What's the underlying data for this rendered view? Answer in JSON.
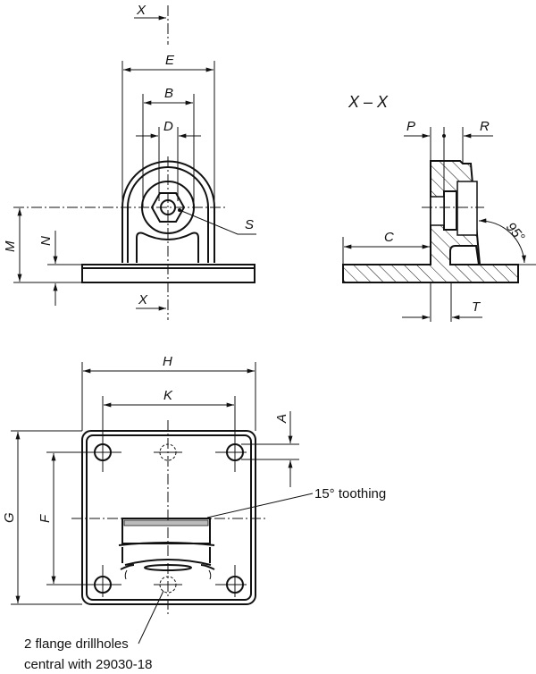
{
  "front_view": {
    "section_label_top": "X",
    "section_label_bottom": "X",
    "dims": {
      "E": "E",
      "B": "B",
      "D": "D",
      "M": "M",
      "N": "N",
      "S": "S"
    }
  },
  "section_view": {
    "title": "X – X",
    "dims": {
      "P": "P",
      "R": "R",
      "C": "C",
      "T": "T"
    },
    "angle": "95°"
  },
  "bottom_view": {
    "dims": {
      "H": "H",
      "K": "K",
      "A": "A",
      "G": "G",
      "F": "F"
    },
    "note_toothing": "15° toothing",
    "note_drill_line1": "2 flange drillholes",
    "note_drill_line2": "central with 29030-18"
  }
}
